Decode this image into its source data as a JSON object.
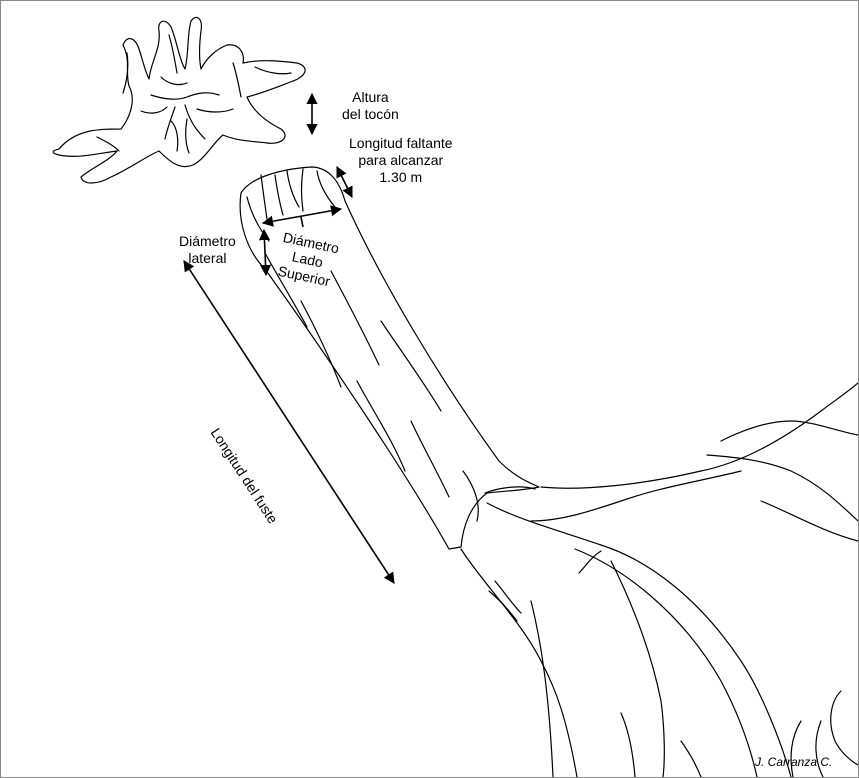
{
  "labels": {
    "stump_height": "Altura\ndel tocón",
    "missing_length": "Longitud faltante\npara alcanzar\n1.30 m",
    "lateral_diameter": "Diámetro\nlateral",
    "upper_diameter": "Diámetro\nLado\nSuperior",
    "bole_length": "Longitud del fuste"
  },
  "author": "J. Carranza C.",
  "colors": {
    "ink": "#000000",
    "background": "#ffffff",
    "frame": "#8a8a8a"
  }
}
